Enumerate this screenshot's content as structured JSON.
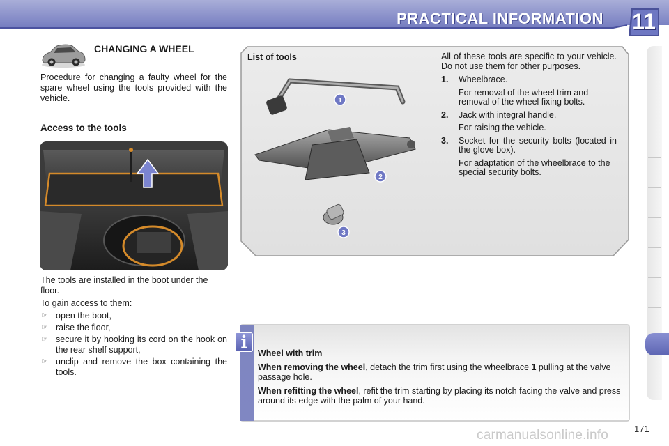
{
  "header": {
    "title": "PRACTICAL INFORMATION",
    "chapter_number": "11"
  },
  "section": {
    "title": "CHANGING A WHEEL",
    "intro": "Procedure for changing a faulty wheel for the spare wheel using the tools provided with the vehicle."
  },
  "access": {
    "title": "Access to the tools",
    "body": "The tools are installed in the boot under the floor.",
    "steps_intro": "To gain access to them:",
    "steps": [
      "open the boot,",
      "raise the floor,",
      "secure it by hooking its cord on the hook on the rear shelf support,",
      "unclip and remove the box containing the tools."
    ]
  },
  "tools": {
    "heading": "List of tools",
    "lead": "All of these tools are specific to your vehicle. Do not use them for other purposes.",
    "items": [
      {
        "num": "1.",
        "name": "Wheelbrace.",
        "desc": "For removal of the wheel trim and removal of the wheel fixing bolts."
      },
      {
        "num": "2.",
        "name": "Jack with integral handle.",
        "desc": "For raising the vehicle."
      },
      {
        "num": "3.",
        "name": "Socket for the security bolts (located in the glove box).",
        "desc": "For adaptation of the wheelbrace to the special security bolts."
      }
    ],
    "callouts": [
      "1",
      "2",
      "3"
    ]
  },
  "info": {
    "icon_letter": "i",
    "title": "Wheel with trim",
    "removing_label": "When removing the wheel",
    "removing_text_before": ", detach the trim first using the wheelbrace ",
    "removing_ref": "1",
    "removing_text_after": " pulling at the valve passage hole.",
    "refitting_label": "When refitting the wheel",
    "refitting_text": ", refit the trim starting by placing its notch facing the valve and press around its edge with the palm of your hand."
  },
  "page_number": "171",
  "watermark": "carmanualsonline.info",
  "colors": {
    "accent": "#6a72b8",
    "callout": "#6f78c4",
    "panel_border": "#9a9a9a"
  }
}
